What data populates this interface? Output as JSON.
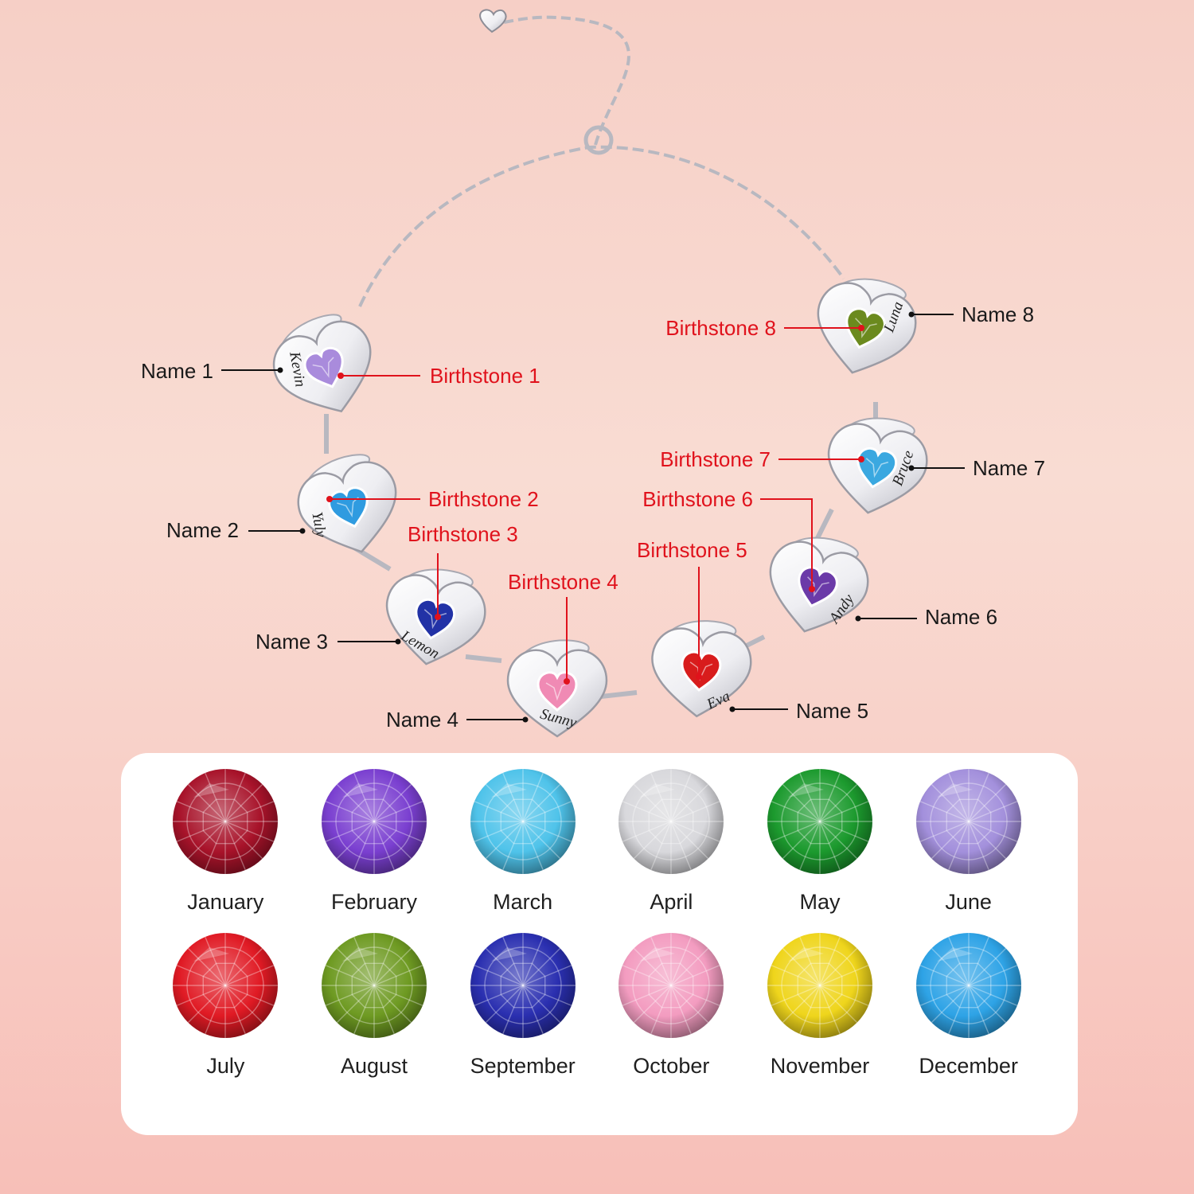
{
  "bracelet": {
    "charms": [
      {
        "engraving": "Kevin",
        "name_label": "Name 1",
        "birthstone_label": "Birthstone 1",
        "stone_color": "#a98bdc"
      },
      {
        "engraving": "Yuly",
        "name_label": "Name 2",
        "birthstone_label": "Birthstone 2",
        "stone_color": "#2f9be0"
      },
      {
        "engraving": "Lemon",
        "name_label": "Name 3",
        "birthstone_label": "Birthstone 3",
        "stone_color": "#2232a6"
      },
      {
        "engraving": "Sunny",
        "name_label": "Name 4",
        "birthstone_label": "Birthstone 4",
        "stone_color": "#f08ab4"
      },
      {
        "engraving": "Eva",
        "name_label": "Name 5",
        "birthstone_label": "Birthstone 5",
        "stone_color": "#d81c1c"
      },
      {
        "engraving": "Andy",
        "name_label": "Name 6",
        "birthstone_label": "Birthstone 6",
        "stone_color": "#6b3aa8"
      },
      {
        "engraving": "Bruce",
        "name_label": "Name 7",
        "birthstone_label": "Birthstone 7",
        "stone_color": "#3aa8e0"
      },
      {
        "engraving": "Luna",
        "name_label": "Name 8",
        "birthstone_label": "Birthstone 8",
        "stone_color": "#6b8a1e"
      }
    ]
  },
  "birthstones": [
    {
      "month": "January",
      "color": "#a8132a"
    },
    {
      "month": "February",
      "color": "#7a3fd0"
    },
    {
      "month": "March",
      "color": "#4fc3ea"
    },
    {
      "month": "April",
      "color": "#d8d8dc"
    },
    {
      "month": "May",
      "color": "#1c9a2e"
    },
    {
      "month": "June",
      "color": "#a390dc"
    },
    {
      "month": "July",
      "color": "#e01a24"
    },
    {
      "month": "August",
      "color": "#6e9a22"
    },
    {
      "month": "September",
      "color": "#2a2fb0"
    },
    {
      "month": "October",
      "color": "#f39cc0"
    },
    {
      "month": "November",
      "color": "#efd51c"
    },
    {
      "month": "December",
      "color": "#2ea3e6"
    }
  ],
  "colors": {
    "background_top": "#f6cfc6",
    "background_bottom": "#f7bfb8",
    "callout_red": "#e0121c",
    "silver": "#d9d9de"
  }
}
